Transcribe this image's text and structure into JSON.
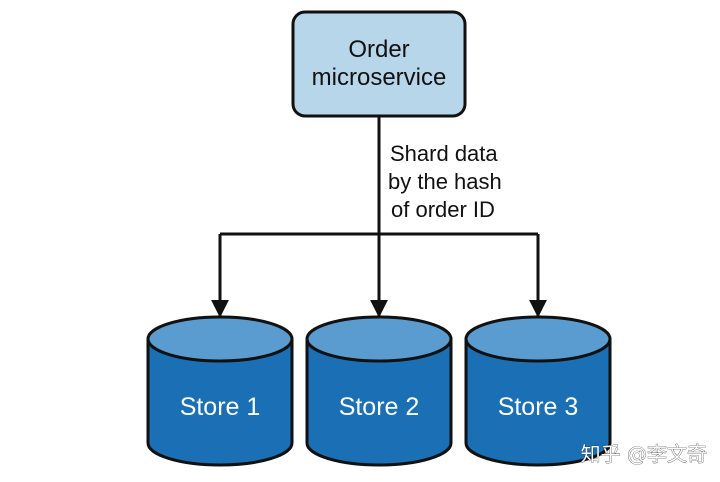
{
  "service": {
    "line1": "Order",
    "line2": "microservice"
  },
  "edge_label": {
    "line1": "Shard data",
    "line2": "by the hash",
    "line3": "of order ID"
  },
  "stores": [
    {
      "label": "Store 1"
    },
    {
      "label": "Store 2"
    },
    {
      "label": "Store 3"
    }
  ],
  "watermark": {
    "text": "知乎 @李文奇"
  },
  "colors": {
    "service_fill": "#b7d6ea",
    "store_body": "#1a6fb5",
    "store_top": "#5a9bd0",
    "stroke": "#111111"
  }
}
